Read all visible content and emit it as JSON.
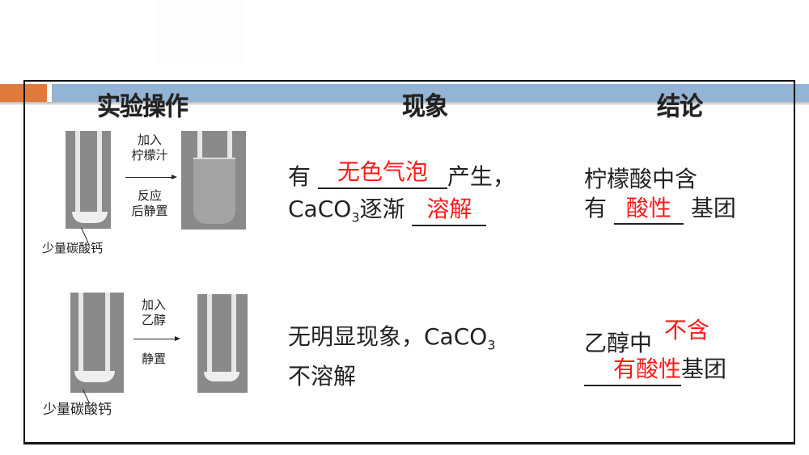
{
  "headers": {
    "operation": "实验操作",
    "phenomenon": "现象",
    "conclusion": "结论"
  },
  "colors": {
    "accent_orange": "#e07a3c",
    "accent_blue": "#93b4d4",
    "answer_red": "#ff1a1a"
  },
  "rows": [
    {
      "figure": {
        "reagent_line1": "加入",
        "reagent_line2": "柠檬汁",
        "after_line1": "反应",
        "after_line2": "后静置",
        "sample_label": "少量碳酸钙"
      },
      "phenomenon": {
        "prefix1": "有",
        "answer1": "无色气泡",
        "suffix1": "产生，",
        "formula": "CaCO",
        "formula_sub": "3",
        "prefix2": "逐渐",
        "answer2": "溶解"
      },
      "conclusion": {
        "line1": "柠檬酸中含",
        "prefix": "有",
        "answer": "酸性",
        "suffix": "基团"
      }
    },
    {
      "figure": {
        "reagent_line1": "加入",
        "reagent_line2": "乙醇",
        "after_line1": "静置",
        "sample_label": "少量碳酸钙"
      },
      "phenomenon": {
        "line1_text": "无明显现象，CaCO",
        "line1_sub": "3",
        "line2_text": "不溶解"
      },
      "conclusion": {
        "prefix": "乙醇中",
        "answer1": "不含",
        "answer2": "有酸性",
        "suffix": "基团"
      }
    }
  ]
}
